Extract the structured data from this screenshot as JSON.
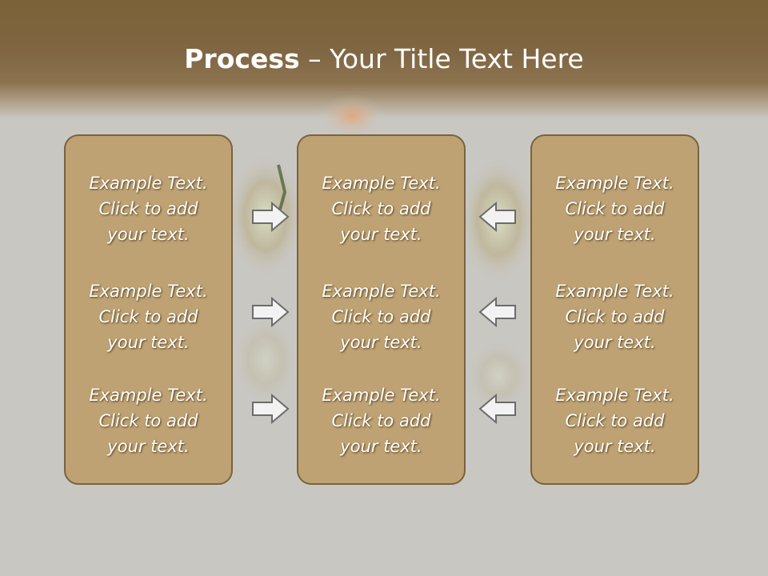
{
  "slide": {
    "title_bold": "Process",
    "title_rest": " – Your Title Text Here"
  },
  "columns": [
    {
      "items": [
        "Example Text.\nClick  to add\nyour text.",
        "Example Text.\nClick  to add\nyour text.",
        "Example Text.\nClick  to add\nyour text."
      ]
    },
    {
      "items": [
        "Example Text.\nClick  to add\nyour text.",
        "Example Text.\nClick  to add\nyour text.",
        "Example Text.\nClick  to add\nyour text."
      ]
    },
    {
      "items": [
        "Example Text.\nClick  to add\nyour text.",
        "Example Text.\nClick  to add\nyour text.",
        "Example Text.\nClick  to add\nyour text."
      ]
    }
  ],
  "arrows": {
    "left_to_center": "right-arrow-icon",
    "right_to_center": "left-arrow-icon"
  },
  "colors": {
    "header_brown": "#7c6238",
    "box_fill": "#bea273",
    "box_border": "#7a6240",
    "background": "#c9c7c2",
    "arrow_fill": "#f2f2f2",
    "arrow_stroke": "#6b6b6b"
  }
}
